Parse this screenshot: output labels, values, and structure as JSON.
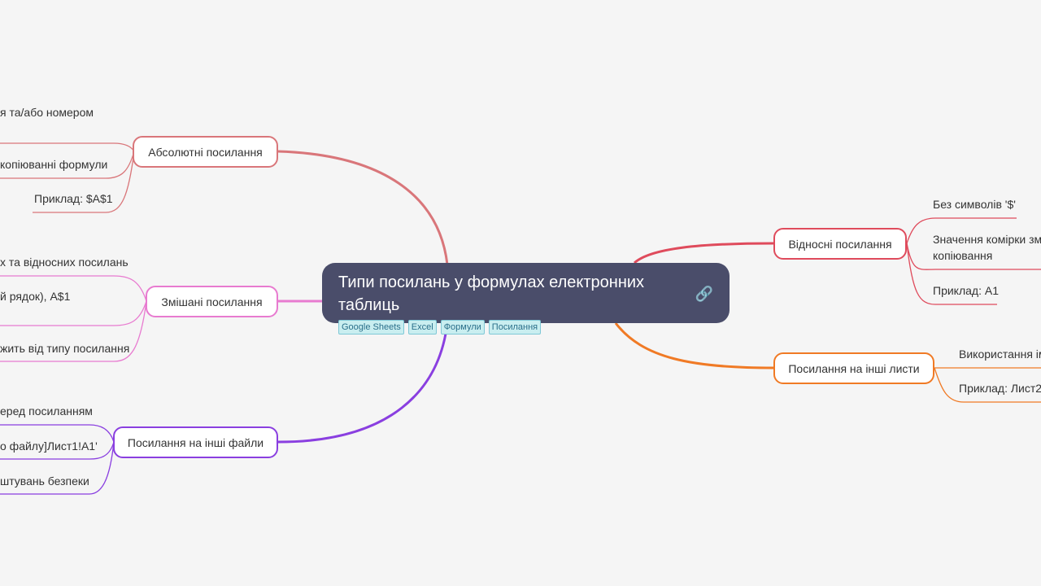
{
  "central": {
    "title": "Типи посилань у формулах електронних таблиць",
    "icon": "link-icon",
    "tags": [
      "Google Sheets",
      "Excel",
      "Формули",
      "Посилання"
    ]
  },
  "colors": {
    "absolute": "#d9767a",
    "mixed": "#e87bd0",
    "files": "#8a3fe0",
    "relative": "#df4b5c",
    "sheets": "#f07a25",
    "central_bg": "#4a4d6a",
    "background": "#f5f5f5"
  },
  "branches": {
    "absolute": {
      "label": "Абсолютні посилання",
      "leaves": [
        "я та/або номером",
        "копіюванні формули",
        "Приклад: $A$1"
      ]
    },
    "mixed": {
      "label": "Змішані посилання",
      "leaves": [
        "х та відносних посилань",
        "й рядок), A$1",
        "жить від типу посилання"
      ]
    },
    "files": {
      "label": "Посилання на інші файли",
      "leaves": [
        "еред посиланням",
        "о файлу]Лист1!A1'",
        "штувань безпеки"
      ]
    },
    "relative": {
      "label": "Відносні посилання",
      "leaves": [
        "Без символів '$'",
        "Значення комірки зм",
        "копіювання",
        "Приклад: A1"
      ]
    },
    "sheets": {
      "label": "Посилання на інші листи",
      "leaves": [
        "Використання ім",
        "Приклад: Лист2!"
      ]
    }
  }
}
